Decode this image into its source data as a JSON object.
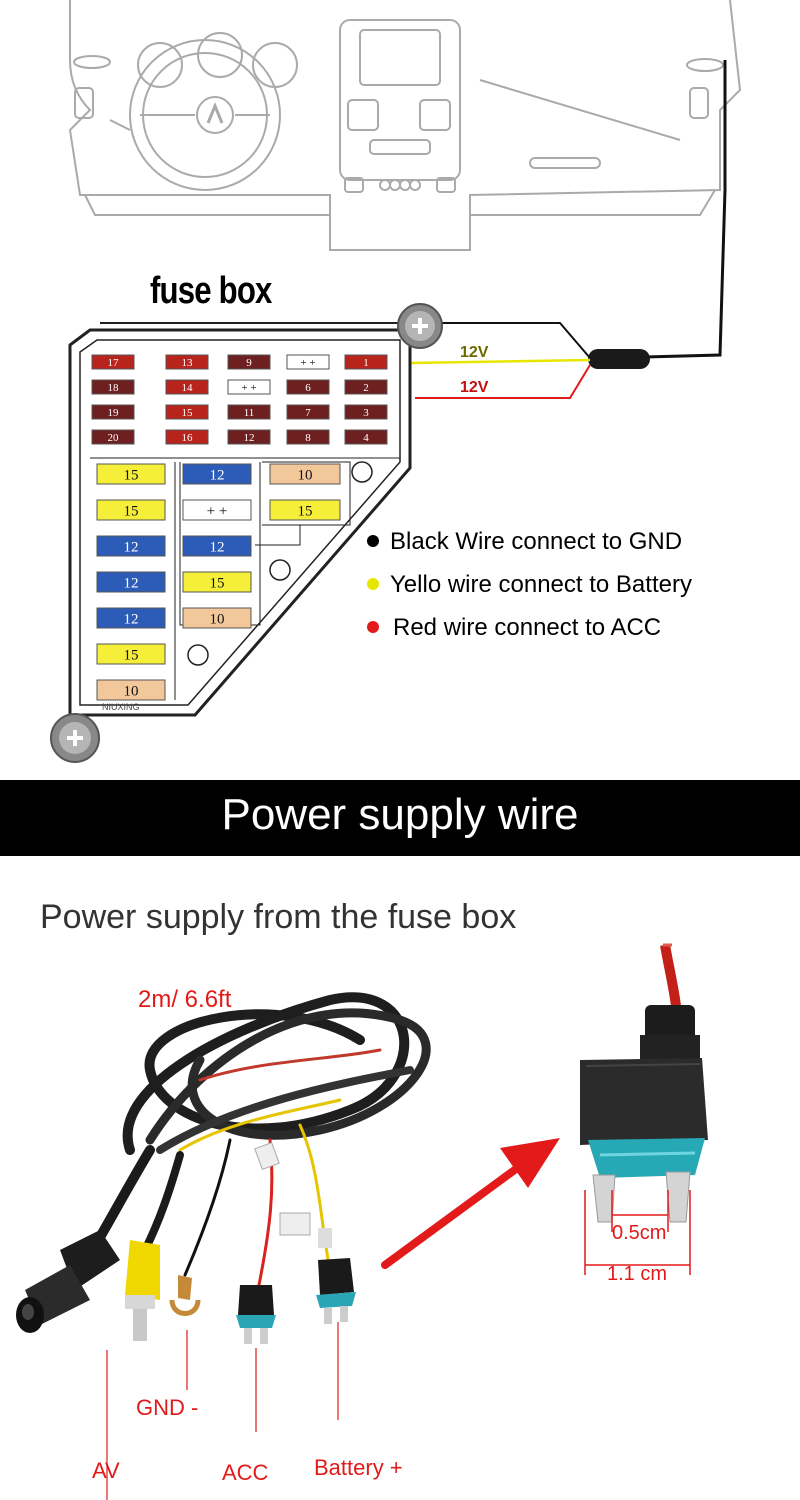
{
  "diagram": {
    "fuse_box_title": "fuse box",
    "voltage_yellow": "12V",
    "voltage_red": "12V",
    "brand_label": "NIUXING",
    "upper_fuse_grid": [
      [
        "17",
        "13",
        "9",
        "+ +",
        "1"
      ],
      [
        "18",
        "14",
        "+ +",
        "6",
        "2"
      ],
      [
        "19",
        "15",
        "11",
        "7",
        "3"
      ],
      [
        "20",
        "16",
        "12",
        "8",
        "4"
      ]
    ],
    "left_fuse_column": [
      "15",
      "15",
      "12",
      "12",
      "12",
      "15",
      "10"
    ],
    "middle_fuse_column": [
      "12",
      "+ +",
      "12",
      "15",
      "10"
    ],
    "right_fuse_column": [
      "10",
      "15"
    ],
    "legend": [
      {
        "color": "#000000",
        "text": "Black Wire connect to GND"
      },
      {
        "color": "#e6e600",
        "text": "Yello wire connect to Battery"
      },
      {
        "color": "#e21a1a",
        "text": "Red wire connect to ACC"
      }
    ]
  },
  "banner": {
    "title": "Power supply wire"
  },
  "product": {
    "subtitle": "Power supply from the fuse box",
    "length_label": "2m/ 6.6ft",
    "connector_labels": {
      "av": "AV",
      "gnd": "GND -",
      "acc": "ACC",
      "battery": "Battery +"
    },
    "dimensions": {
      "inner": "0.5cm",
      "outer": "1.1 cm"
    }
  },
  "colors": {
    "red_fuse": "#b8241c",
    "dark_red_fuse": "#6e2020",
    "yellow_fuse": "#f5ef3a",
    "blue_fuse": "#2c5bb8",
    "tan_fuse": "#f2c89a",
    "accent_red": "#e21a1a"
  }
}
